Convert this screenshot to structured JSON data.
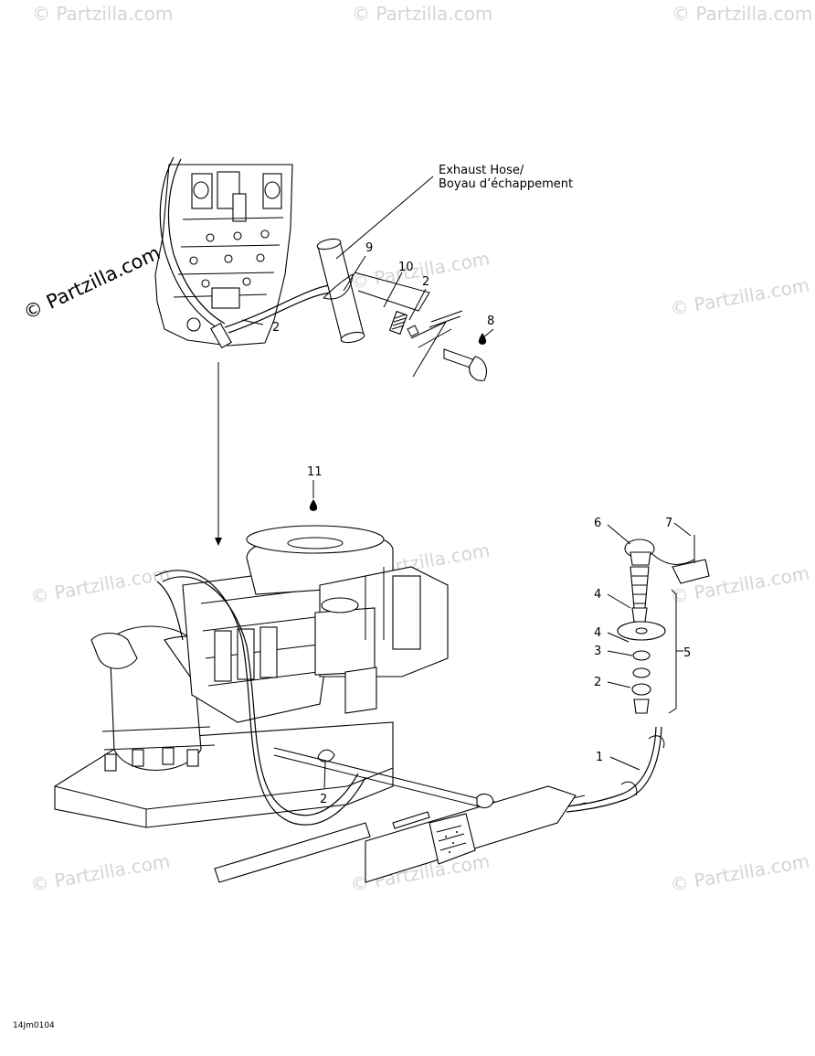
{
  "watermark": "© Partzilla.com",
  "copyright": "© Partzilla.com",
  "callouts": {
    "exhaust_hose_en": "Exhaust Hose/",
    "exhaust_hose_fr": "Boyau d’échappement",
    "n1": "1",
    "n2a": "2",
    "n2b": "2",
    "n2c": "2",
    "n2d": "2",
    "n3": "3",
    "n4a": "4",
    "n4b": "4",
    "n5": "5",
    "n6": "6",
    "n7": "7",
    "n8": "8",
    "n9": "9",
    "n10": "10",
    "n11": "11"
  },
  "figure_code": "14Jm0104"
}
